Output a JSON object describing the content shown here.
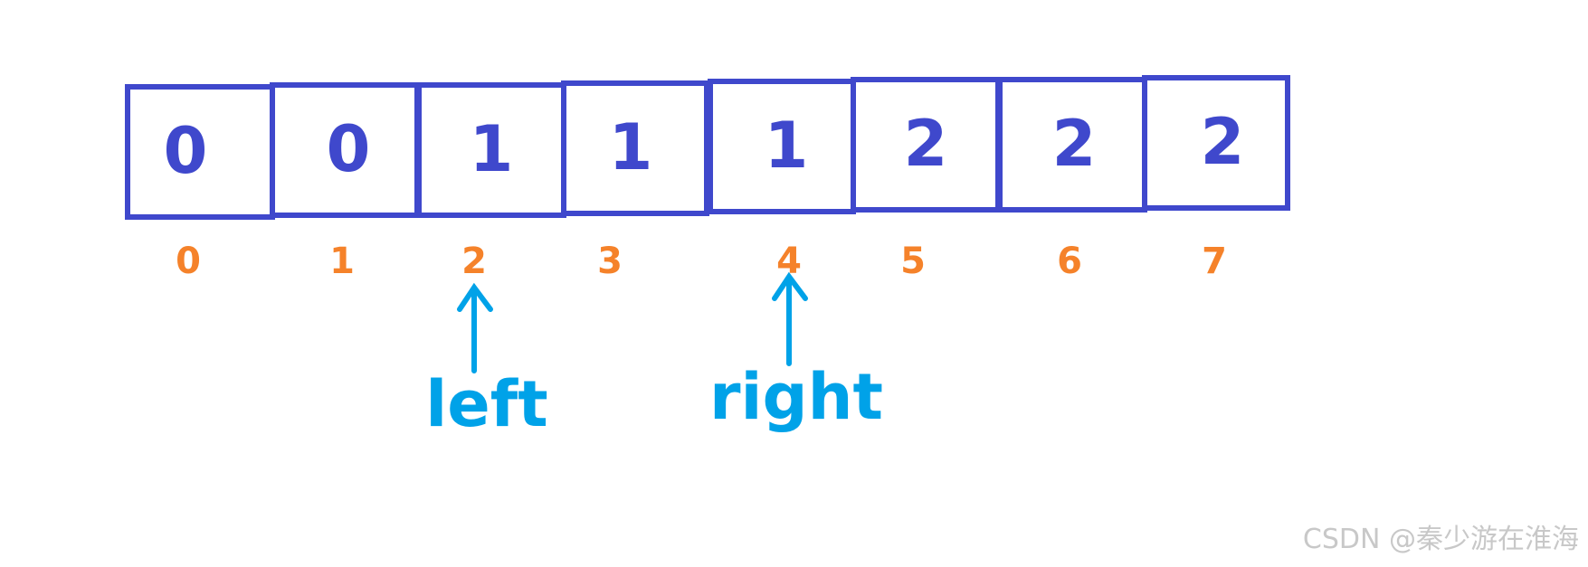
{
  "array": {
    "values": [
      "0",
      "0",
      "1",
      "1",
      "1",
      "2",
      "2",
      "2"
    ],
    "indices": [
      "0",
      "1",
      "2",
      "3",
      "4",
      "5",
      "6",
      "7"
    ]
  },
  "pointers": {
    "left": {
      "label": "left",
      "index": 2
    },
    "right": {
      "label": "right",
      "index": 4
    }
  },
  "colors": {
    "cell_border": "#3f48cc",
    "cell_value": "#3f48cc",
    "index_text": "#f5822a",
    "pointer": "#00a2e8",
    "watermark": "#c8c8c8"
  },
  "watermark": "CSDN @秦少游在淮海"
}
